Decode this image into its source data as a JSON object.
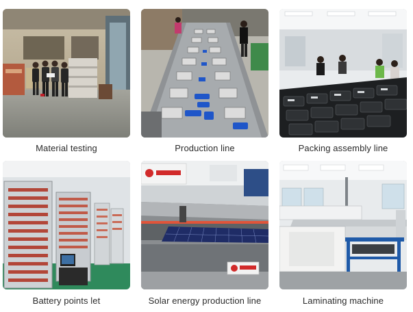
{
  "panels": [
    {
      "caption": "Material testing",
      "photo_icon": "warehouse-inspection-photo"
    },
    {
      "caption": "Production line",
      "photo_icon": "assembly-line-photo"
    },
    {
      "caption": "Packing assembly line",
      "photo_icon": "packing-line-photo"
    },
    {
      "caption": "Battery points let",
      "photo_icon": "battery-cabinet-photo"
    },
    {
      "caption": "Solar energy production line",
      "photo_icon": "solar-panel-machine-photo"
    },
    {
      "caption": "Laminating machine",
      "photo_icon": "laminating-machine-photo"
    }
  ],
  "colors": {
    "caption_text": "#2b2b2b",
    "background": "#ffffff"
  }
}
